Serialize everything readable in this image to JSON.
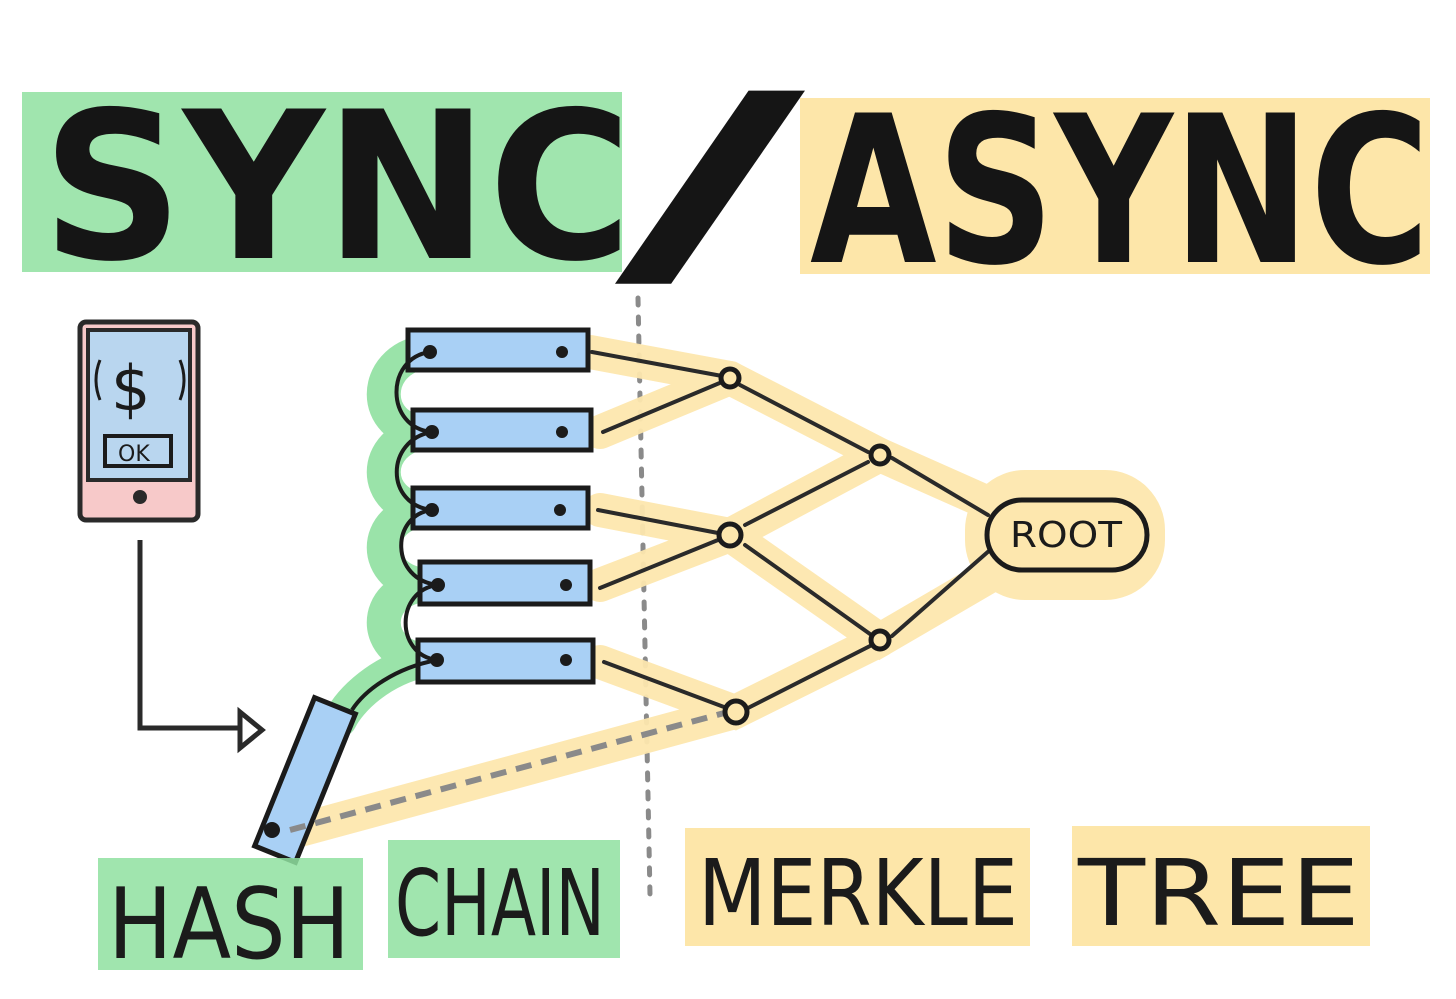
{
  "title": {
    "left": "SYNC",
    "separator": "/",
    "right": "ASYNC"
  },
  "phone": {
    "screen_symbol": "$",
    "button_label": "OK"
  },
  "merkle": {
    "root_label": "ROOT"
  },
  "labels": {
    "hash": "HASH",
    "chain": "CHAIN",
    "merkle": "MERKLE",
    "tree": "TREE"
  },
  "colors": {
    "sync_highlight": "#7fd98f",
    "async_highlight": "#fde5a4",
    "block_fill": "#a9d0f5",
    "ink": "#1b1b1b",
    "phone_body": "#f6c6c6",
    "phone_screen": "#b9d6ef"
  }
}
